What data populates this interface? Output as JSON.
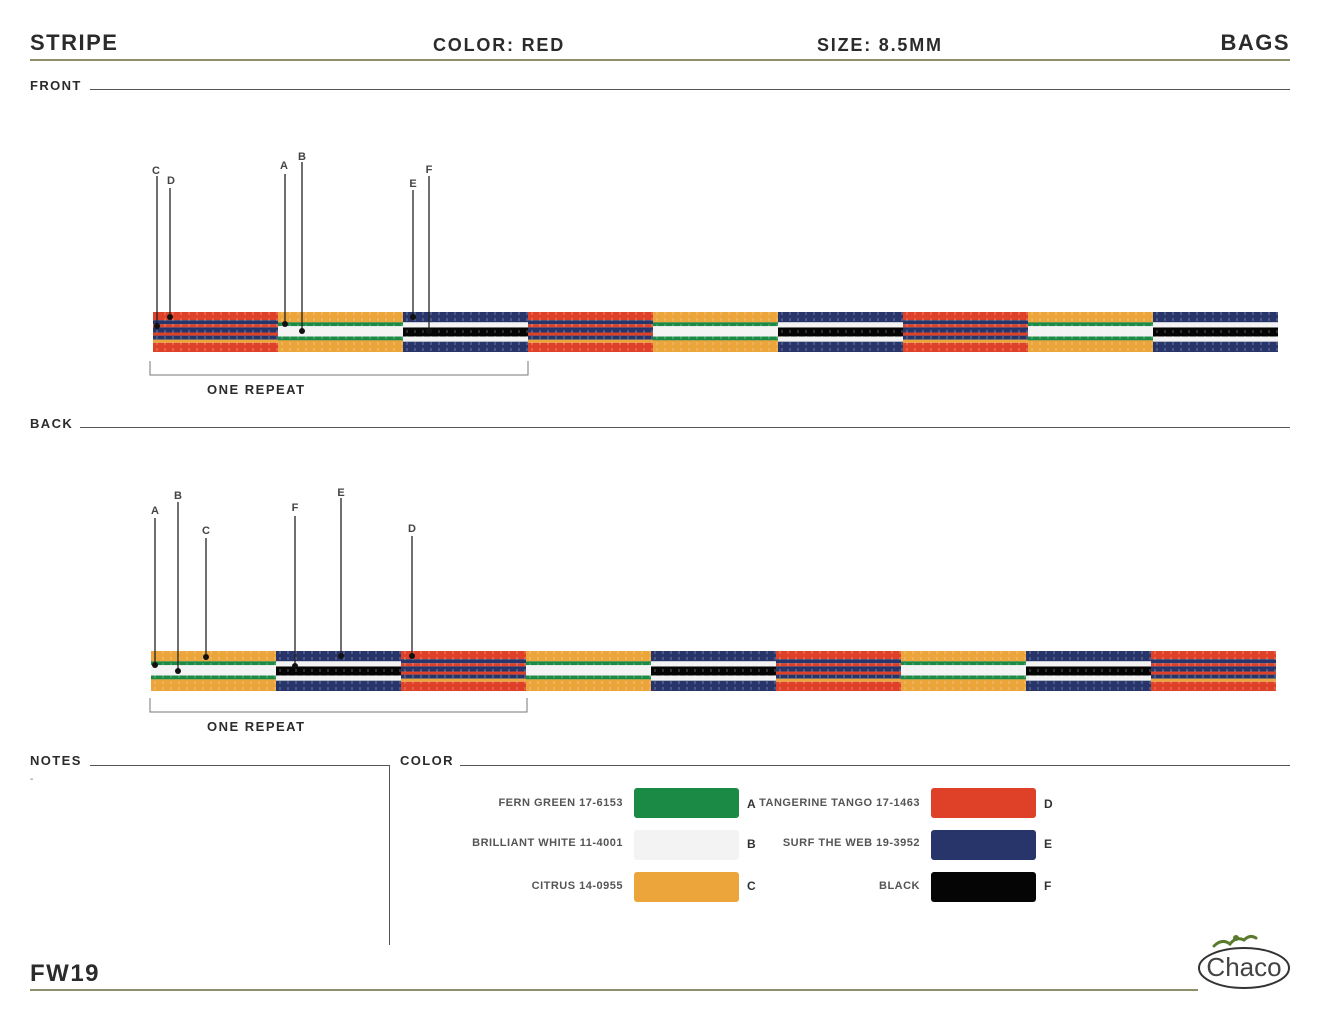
{
  "header": {
    "title": "STRIPE",
    "color_label": "COLOR: RED",
    "size_label": "SIZE: 8.5MM",
    "category": "BAGS"
  },
  "sections": {
    "front": "FRONT",
    "back": "BACK",
    "notes": "NOTES",
    "color": "COLOR",
    "notes_text": "-"
  },
  "repeat_label": "ONE REPEAT",
  "front_callouts": [
    "C",
    "D",
    "A",
    "B",
    "E",
    "F"
  ],
  "back_callouts": [
    "A",
    "B",
    "C",
    "F",
    "E",
    "D"
  ],
  "colors": {
    "A": "#1a8a45",
    "B": "#f3f3f3",
    "C": "#eba53a",
    "D": "#de4127",
    "E": "#27356a",
    "F": "#050505"
  },
  "palette": [
    {
      "letter": "A",
      "name": "FERN GREEN 17-6153"
    },
    {
      "letter": "B",
      "name": "BRILLIANT WHITE 11-4001"
    },
    {
      "letter": "C",
      "name": "CITRUS 14-0955"
    },
    {
      "letter": "D",
      "name": "TANGERINE TANGO 17-1463"
    },
    {
      "letter": "E",
      "name": "SURF THE WEB 19-3952"
    },
    {
      "letter": "F",
      "name": "BLACK"
    }
  ],
  "footer": {
    "season": "FW19",
    "logo_text": "Chaco"
  }
}
